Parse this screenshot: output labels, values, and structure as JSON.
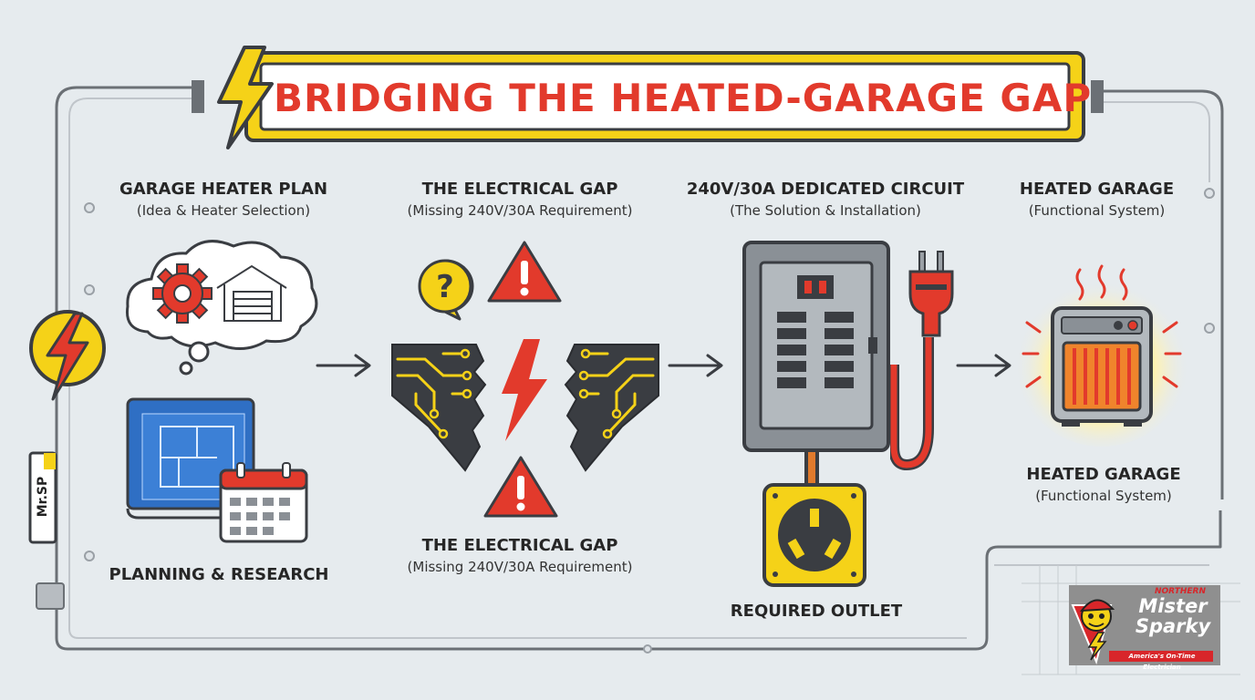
{
  "title": "BRIDGING THE HEATED-GARAGE GAP",
  "steps": [
    {
      "heading": "GARAGE HEATER PLAN",
      "sub": "(Idea & Heater Selection)",
      "bottom_label": "PLANNING & RESEARCH"
    },
    {
      "heading": "THE ELECTRICAL GAP",
      "sub": "(Missing 240V/30A Requirement)",
      "bottom_heading": "THE ELECTRICAL GAP",
      "bottom_sub": "(Missing 240V/30A Requirement)"
    },
    {
      "heading": "240V/30A DEDICATED CIRCUIT",
      "sub": "(The Solution & Installation)",
      "bottom_label": "REQUIRED OUTLET"
    },
    {
      "heading": "HEATED GARAGE",
      "sub": "(Functional System)",
      "bottom_heading": "HEATED GARAGE",
      "bottom_sub": "(Functional System)"
    }
  ],
  "side_label": "Mr.SP",
  "logo": {
    "top": "NORTHERN",
    "name_line1": "Mister",
    "name_line2": "Sparky",
    "tagline": "America's On-Time Electrician"
  },
  "colors": {
    "red": "#e23a2c",
    "yellow": "#f5d218",
    "dark": "#3a3d42",
    "blue": "#2f6fc4",
    "background": "#e6ebee"
  },
  "icons": [
    "lightning-bolt-icon",
    "gear-icon",
    "garage-icon",
    "blueprint-icon",
    "calendar-icon",
    "question-bubble-icon",
    "warning-icon",
    "circuit-board-icon",
    "breaker-panel-icon",
    "plug-icon",
    "outlet-icon",
    "heater-icon",
    "arrow-icon"
  ]
}
